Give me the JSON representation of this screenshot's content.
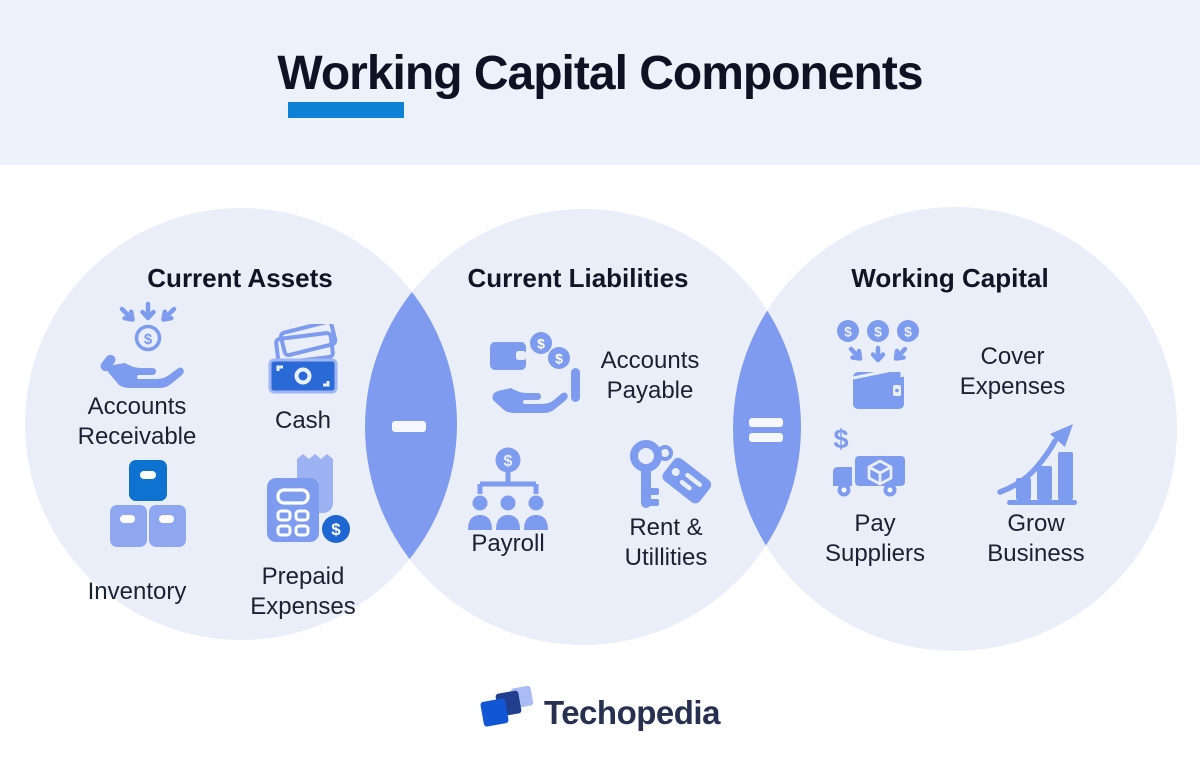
{
  "header": {
    "title": "Working Capital Components"
  },
  "groups": [
    {
      "title": "Current Assets",
      "items": [
        {
          "label": "Accounts Receivable",
          "icon": "accounts-receivable-icon"
        },
        {
          "label": "Cash",
          "icon": "cash-icon"
        },
        {
          "label": "Inventory",
          "icon": "inventory-icon"
        },
        {
          "label": "Prepaid Expenses",
          "icon": "prepaid-expenses-icon"
        }
      ]
    },
    {
      "title": "Current Liabilities",
      "items": [
        {
          "label": "Accounts Payable",
          "icon": "accounts-payable-icon"
        },
        {
          "label": "Payroll",
          "icon": "payroll-icon"
        },
        {
          "label": "Rent & Utillities",
          "icon": "rent-utilities-icon"
        }
      ]
    },
    {
      "title": "Working Capital",
      "items": [
        {
          "label": "Cover Expenses",
          "icon": "cover-expenses-icon"
        },
        {
          "label": "Pay Suppliers",
          "icon": "pay-suppliers-icon"
        },
        {
          "label": "Grow Business",
          "icon": "grow-business-icon"
        }
      ]
    }
  ],
  "operators": {
    "between_assets_liabilities": "minus",
    "between_liabilities_capital": "equals"
  },
  "footer": {
    "brand": "Techopedia"
  },
  "colors": {
    "header_bg": "#EDF1FB",
    "circle_fill": "#EAEEF9",
    "overlap_fill": "#7E9BF0",
    "icon_primary": "#7D9BEF",
    "icon_dark_blue": "#0E73D0",
    "icon_note_blue": "#2A6AD7",
    "coin_blue": "#1E66D2",
    "title_underline": "#0E80D5",
    "title_text": "#0D1322",
    "label_text": "#1A2130",
    "brand_navy": "#273050",
    "logo_blue": "#1156D4",
    "logo_navy": "#223E8F",
    "logo_light": "#A9BCF5"
  }
}
